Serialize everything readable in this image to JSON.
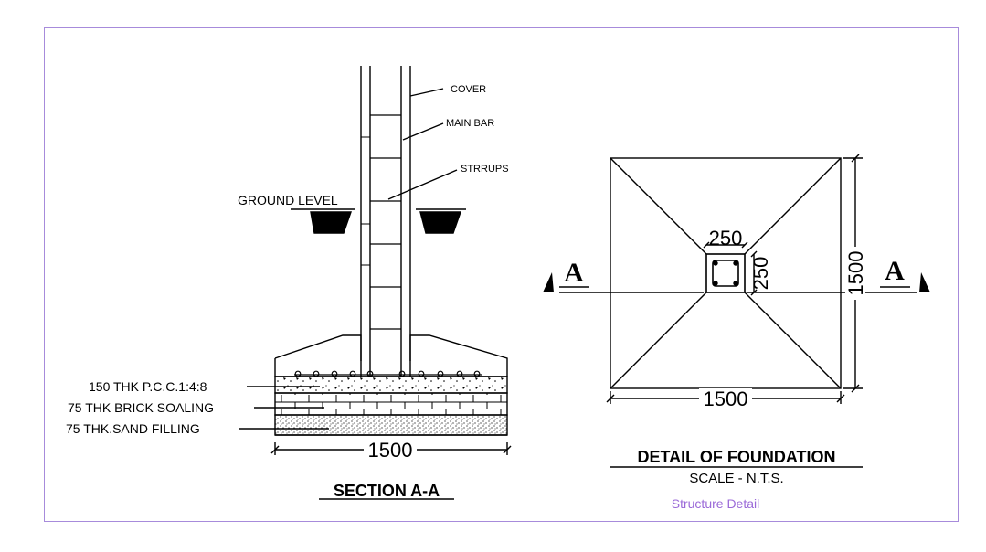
{
  "section": {
    "labels": {
      "cover": "COVER",
      "main_bar": "MAIN BAR",
      "stirrups": "STRRUPS",
      "ground_level": "GROUND LEVEL",
      "pcc": "150 THK P.C.C.1:4:8",
      "brick": "75 THK BRICK SOALING",
      "sand": "75 THK.SAND FILLING"
    },
    "width_dim": "1500",
    "title": "SECTION A-A"
  },
  "plan": {
    "column_width": "250",
    "column_depth": "250",
    "width_dim": "1500",
    "depth_dim": "1500",
    "section_mark_left": "A",
    "section_mark_right": "A",
    "title": "DETAIL OF FOUNDATION",
    "scale": "SCALE - N.T.S.",
    "caption": "Structure Detail"
  },
  "colors": {
    "frame": "#a78bdb",
    "caption": "#9b6ad8",
    "line": "#000000"
  }
}
